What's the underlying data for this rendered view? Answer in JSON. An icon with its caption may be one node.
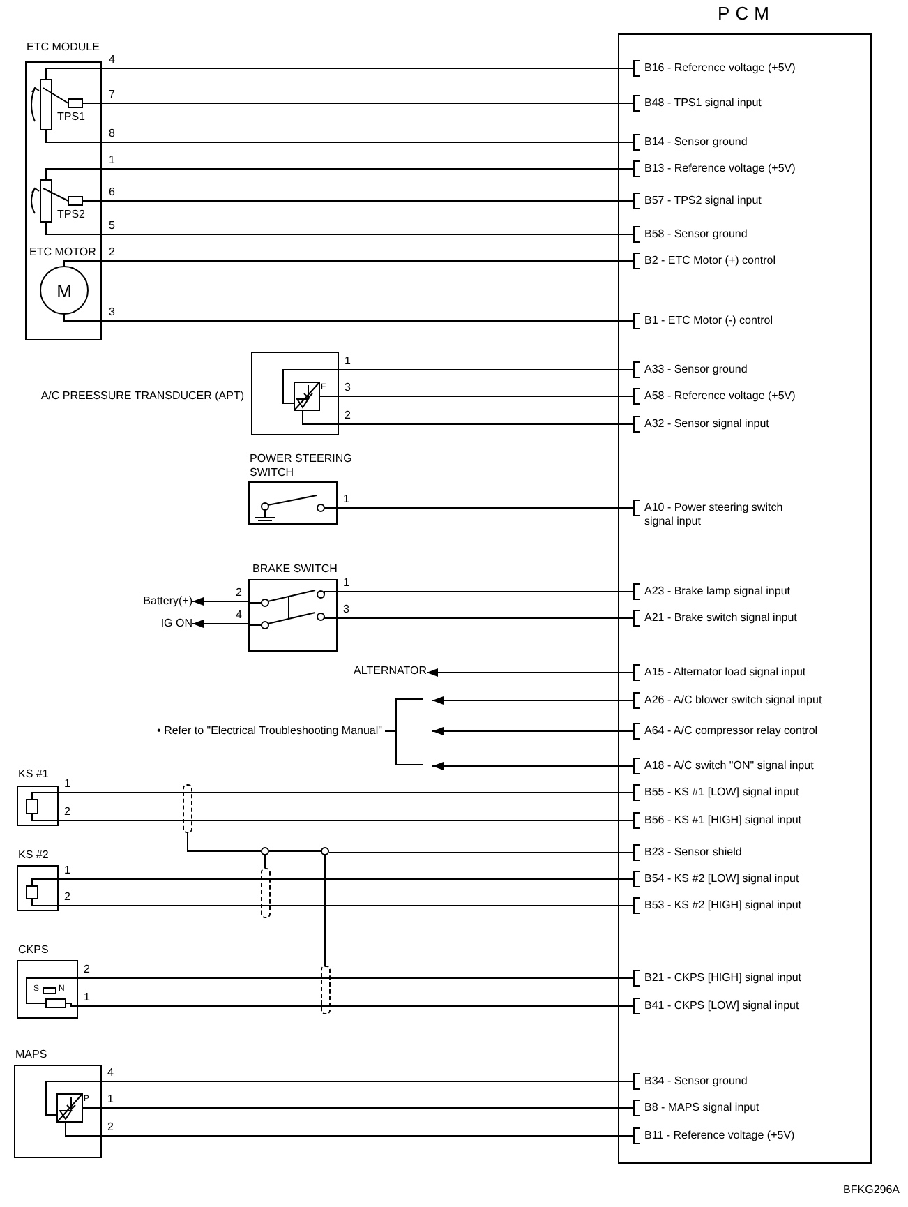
{
  "diagram": {
    "nodes": [
      {
        "text": [
          "PCM"
        ]
      },
      {
        "text": [
          "B16 - Reference voltage (+5V)"
        ],
        "in": 0
      },
      {
        "text": [
          "B48 - TPS1 signal input"
        ],
        "in": 0
      },
      {
        "text": [
          "B14 - Sensor ground"
        ],
        "in": 0
      },
      {
        "text": [
          "B13 - Reference voltage (+5V)"
        ],
        "in": 0
      },
      {
        "text": [
          "B57 - TPS2 signal input"
        ],
        "in": 0
      },
      {
        "text": [
          "B58 - Sensor ground"
        ],
        "in": 0
      },
      {
        "text": [
          "B2 - ETC Motor (+) control"
        ],
        "in": 0
      },
      {
        "text": [
          "B1 - ETC Motor (-) control"
        ],
        "in": 0
      },
      {
        "text": [
          "A33 - Sensor ground"
        ],
        "in": 0
      },
      {
        "text": [
          "A58 - Reference voltage (+5V)"
        ],
        "in": 0
      },
      {
        "text": [
          "A32 - Sensor signal input"
        ],
        "in": 0
      },
      {
        "text": [
          "A10 - Power steering switch signal input"
        ],
        "in": 0
      },
      {
        "text": [
          "A23 - Brake lamp signal input"
        ],
        "in": 0
      },
      {
        "text": [
          "A21 - Brake switch signal input"
        ],
        "in": 0
      },
      {
        "text": [
          "A15 - Alternator load signal input"
        ],
        "in": 0
      },
      {
        "text": [
          "A26 - A/C blower switch signal input"
        ],
        "in": 0
      },
      {
        "text": [
          "A64 - A/C compressor relay control"
        ],
        "in": 0
      },
      {
        "text": [
          "A18 - A/C switch \"ON\" signal input"
        ],
        "in": 0
      },
      {
        "text": [
          "B55 - KS #1 [LOW] signal input"
        ],
        "in": 0
      },
      {
        "text": [
          "B56 - KS #1 [HIGH] signal input"
        ],
        "in": 0
      },
      {
        "text": [
          "B23 - Sensor shield"
        ],
        "in": 0
      },
      {
        "text": [
          "B54 - KS #2 [LOW] signal input"
        ],
        "in": 0
      },
      {
        "text": [
          "B53 - KS #2 [HIGH] signal input"
        ],
        "in": 0
      },
      {
        "text": [
          "B21 - CKPS [HIGH] signal input"
        ],
        "in": 0
      },
      {
        "text": [
          "B41 - CKPS [LOW] signal input"
        ],
        "in": 0
      },
      {
        "text": [
          "B34 - Sensor ground"
        ],
        "in": 0
      },
      {
        "text": [
          "B8 - MAPS signal input"
        ],
        "in": 0
      },
      {
        "text": [
          "B11 - Reference voltage (+5V)"
        ],
        "in": 0
      },
      {
        "text": [
          "ETC MODULE"
        ]
      },
      {
        "text": [
          "TPS1"
        ],
        "in": 29
      },
      {
        "text": [
          "TPS2"
        ],
        "in": 29
      },
      {
        "text": [
          "ETC MOTOR",
          "M"
        ],
        "in": 29
      },
      {
        "text": [
          "A/C PREESSURE TRANSDUCER (APT)",
          "F"
        ]
      },
      {
        "text": [
          "POWER STEERING SWITCH"
        ]
      },
      {
        "text": [
          "BRAKE SWITCH"
        ]
      },
      {
        "text": [
          "Battery(+)"
        ]
      },
      {
        "text": [
          "IG ON"
        ]
      },
      {
        "text": [
          "ALTERNATOR"
        ]
      },
      {
        "text": [
          "• Refer to \"Electrical Troubleshooting Manual\""
        ]
      },
      {
        "text": [
          "KS #1"
        ]
      },
      {
        "text": [
          "KS #2"
        ]
      },
      {
        "text": [
          "CKPS",
          "S",
          "N"
        ]
      },
      {
        "text": [
          "MAPS",
          "P"
        ]
      },
      {
        "text": [],
        "shape": "box"
      },
      {
        "text": [],
        "shape": "box"
      },
      {
        "text": [],
        "shape": "box"
      },
      {
        "text": [],
        "shape": "circle"
      },
      {
        "text": [],
        "shape": "circle"
      }
    ],
    "edges": [
      {
        "from": 30,
        "to": 1,
        "arrow": "none",
        "label": "4"
      },
      {
        "from": 30,
        "to": 2,
        "arrow": "none",
        "label": "7"
      },
      {
        "from": 30,
        "to": 3,
        "arrow": "none",
        "label": "8"
      },
      {
        "from": 31,
        "to": 4,
        "arrow": "none",
        "label": "1"
      },
      {
        "from": 31,
        "to": 5,
        "arrow": "none",
        "label": "6"
      },
      {
        "from": 31,
        "to": 6,
        "arrow": "none",
        "label": "5"
      },
      {
        "from": 32,
        "to": 7,
        "arrow": "none",
        "label": "2"
      },
      {
        "from": 32,
        "to": 8,
        "arrow": "none",
        "label": "3"
      },
      {
        "from": 33,
        "to": 9,
        "arrow": "none",
        "label": "1"
      },
      {
        "from": 33,
        "to": 10,
        "arrow": "none",
        "label": "3"
      },
      {
        "from": 33,
        "to": 11,
        "arrow": "none",
        "label": "2"
      },
      {
        "from": 34,
        "to": 12,
        "arrow": "none",
        "label": "1"
      },
      {
        "from": 35,
        "to": 13,
        "arrow": "none",
        "label": "1"
      },
      {
        "from": 35,
        "to": 14,
        "arrow": "none",
        "label": "3"
      },
      {
        "from": 35,
        "to": 36,
        "arrow": "to",
        "label": "2"
      },
      {
        "from": 35,
        "to": 37,
        "arrow": "to",
        "label": "4"
      },
      {
        "from": 15,
        "to": 38,
        "arrow": "to"
      },
      {
        "from": 16,
        "to": 39,
        "arrow": "to"
      },
      {
        "from": 17,
        "to": 39,
        "arrow": "to"
      },
      {
        "from": 18,
        "to": 39,
        "arrow": "to"
      },
      {
        "from": 40,
        "to": 19,
        "arrow": "none",
        "label": "1"
      },
      {
        "from": 40,
        "to": 20,
        "arrow": "none",
        "label": "2"
      },
      {
        "from": 44,
        "to": 47,
        "arrow": "none"
      },
      {
        "from": 47,
        "to": 48,
        "arrow": "none"
      },
      {
        "from": 48,
        "to": 21,
        "arrow": "none"
      },
      {
        "from": 41,
        "to": 22,
        "arrow": "none",
        "label": "1"
      },
      {
        "from": 41,
        "to": 23,
        "arrow": "none",
        "label": "2"
      },
      {
        "from": 45,
        "to": 47,
        "arrow": "none"
      },
      {
        "from": 42,
        "to": 24,
        "arrow": "none",
        "label": "2"
      },
      {
        "from": 42,
        "to": 25,
        "arrow": "none",
        "label": "1"
      },
      {
        "from": 46,
        "to": 48,
        "arrow": "none"
      },
      {
        "from": 43,
        "to": 26,
        "arrow": "none",
        "label": "4"
      },
      {
        "from": 43,
        "to": 27,
        "arrow": "none",
        "label": "1"
      },
      {
        "from": 43,
        "to": 28,
        "arrow": "none",
        "label": "2"
      }
    ],
    "labels": [
      "BFKG296A"
    ]
  }
}
